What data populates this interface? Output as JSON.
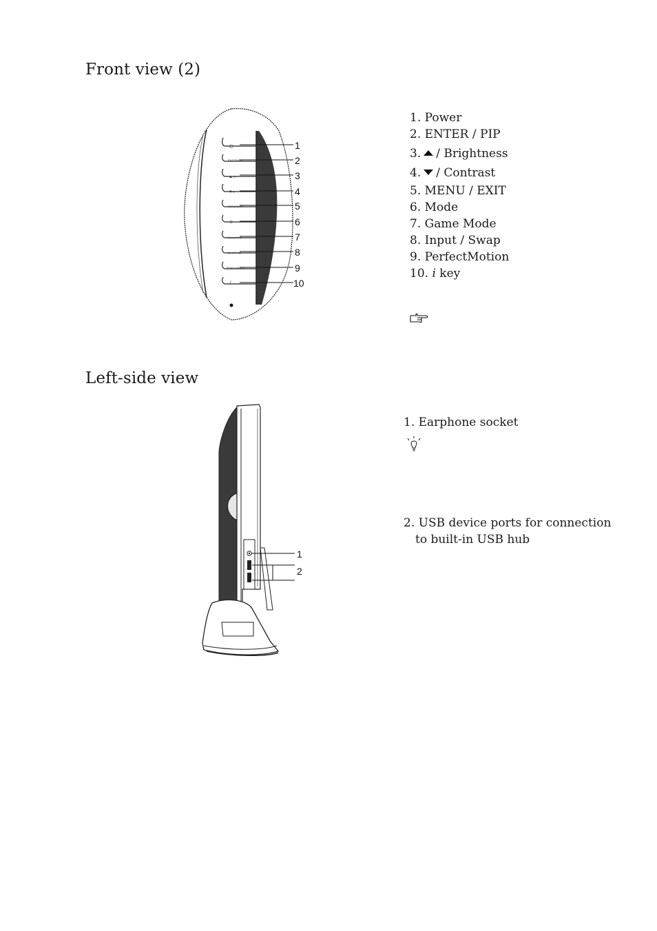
{
  "sections": {
    "front": {
      "title": "Front view (2)",
      "items": [
        {
          "num": "1.",
          "label": "Power"
        },
        {
          "num": "2.",
          "label": "ENTER / PIP"
        },
        {
          "num": "3.",
          "label": "/ Brightness"
        },
        {
          "num": "4.",
          "label": "/ Contrast"
        },
        {
          "num": "5.",
          "label": "MENU / EXIT"
        },
        {
          "num": "6.",
          "label": "Mode"
        },
        {
          "num": "7.",
          "label": "Game Mode"
        },
        {
          "num": "8.",
          "label": "Input / Swap"
        },
        {
          "num": "9.",
          "label": "PerfectMotion"
        },
        {
          "num": "10.",
          "label_italic": "i",
          "label": " key"
        }
      ],
      "callouts": [
        "1",
        "2",
        "3",
        "4",
        "5",
        "6",
        "7",
        "8",
        "9",
        "10"
      ],
      "note_icon": "pointing-hand-icon",
      "panel_labels": [
        "ENTER/PIP",
        "MENU/EXIT",
        "Game Mode",
        "Input/Swap",
        "Perfect Motion"
      ]
    },
    "left": {
      "title": "Left-side view",
      "item1": "1. Earphone socket",
      "tip_icon": "lightbulb-icon",
      "item2_line1": "2. USB device ports for connection",
      "item2_line2": "to built-in USB hub",
      "callouts": [
        "1",
        "2"
      ]
    }
  }
}
